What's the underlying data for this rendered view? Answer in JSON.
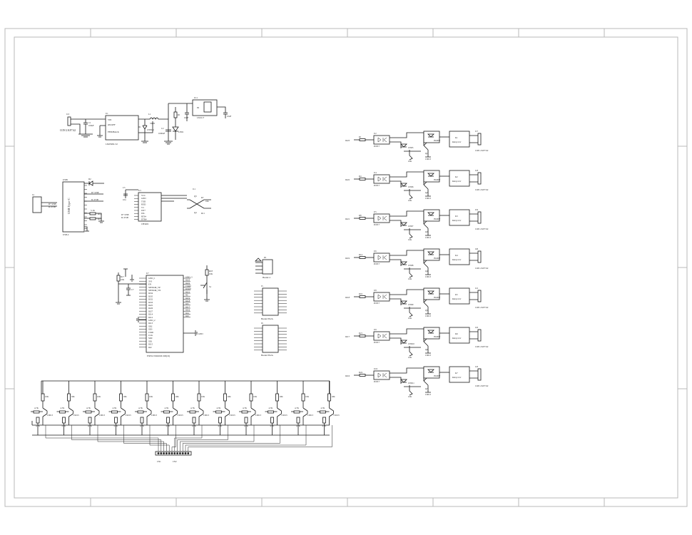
{
  "power": {
    "input_connector": "CON 2 KF7.62",
    "input_ref": "J13",
    "reg_ref": "U1",
    "reg_part": "LM2596S-5.0",
    "reg_vin": "VIN",
    "reg_onoff": "ON/OFF",
    "reg_feedback": "FEEDBACK",
    "cap_c1": "C1",
    "cap_c1_val": "100uF",
    "inductor_ref": "L1",
    "inductor_val": "33uH",
    "diode_ref": "D1",
    "diode_part": "1N5824",
    "cap_out_ref": "C2",
    "cap_out_val": "1000uF",
    "led_ref": "LED1",
    "res_ref": "R1",
    "ldo_ref": "U11",
    "ldo_part": "LM1117",
    "ldo_cap_in": "10uF",
    "ldo_cap_out": "10uF",
    "ldo_pin": "IN"
  },
  "usb": {
    "connector": "USB Type-C",
    "ref": "USB1",
    "footer": "USB-C",
    "diode": "D2",
    "dplus": "D+/USB",
    "dminus": "D-/USB",
    "r1": "R12",
    "r2": "R13",
    "r_val": "5.1K",
    "header_ref": "J4",
    "header_a": "D+/USB",
    "header_b": "D-/USB"
  },
  "ch340": {
    "ref": "U3",
    "part": "CH340C",
    "cap": "C5",
    "cap_val": "104",
    "pins": [
      "VCC",
      "GND",
      "TXD",
      "RXD",
      "V3",
      "UD+",
      "UD-",
      "RTS#",
      "DTR#"
    ],
    "nets": [
      "D+/USB",
      "D-/USB"
    ],
    "q_ref_a": "Q3",
    "q_ref_b": "Q4",
    "r_a": "R7",
    "r_b": "R11",
    "r_val": "10k",
    "j_ref": "J11"
  },
  "esp": {
    "ref": "U7",
    "part": "ESP32-WROOM-32D(16)",
    "left_pins": [
      "GND_1",
      "3V3",
      "EN",
      "SENSOR_VP",
      "SENSOR_VN",
      "IO34",
      "IO35",
      "IO32",
      "IO33",
      "IO25",
      "IO26",
      "IO27",
      "IO14",
      "IO12",
      "GND_2",
      "IO13",
      "SD2",
      "SD3",
      "CMD",
      "CLK",
      "SD0",
      "SD1",
      "IO15",
      "IO2"
    ],
    "right_pins": [
      "GND_3",
      "IO23",
      "IO22",
      "TXD0",
      "RXD0",
      "IO21",
      "NC",
      "IO19",
      "IO18",
      "IO5",
      "IO17",
      "IO16",
      "IO4",
      "IO0"
    ],
    "r_en": "R17",
    "r_en_val": "10K",
    "c_en": "C7",
    "r_boot": "R18",
    "r_boot_val": "10K",
    "sw_ref": "S1",
    "gnd_label": "GND"
  },
  "headers": {
    "small_ref": "P2",
    "small_part": "Header 4",
    "a_ref": "J5",
    "a_part": "Header 8X2A",
    "b_ref": "J6",
    "b_part": "Header 8X2A"
  },
  "relays": {
    "opto_part": "PC817",
    "transistor": "C9013",
    "diode": "IN4007",
    "relay_part": "Relay/12v",
    "connector": "CON 2 KF7.62",
    "channels": [
      {
        "in": "IO23",
        "r": "R1",
        "u": "U2",
        "led": "LED5",
        "q": "Q1",
        "k": "K1",
        "j": "J17"
      },
      {
        "in": "IO22",
        "r": "R4",
        "u": "U4",
        "led": "LED6",
        "q": "Q2",
        "k": "K2",
        "j": "J18"
      },
      {
        "in": "IO21",
        "r": "R8",
        "u": "U5",
        "led": "LED7",
        "q": "Q3",
        "k": "K3",
        "j": "J19"
      },
      {
        "in": "IO19",
        "r": "R14",
        "u": "U6",
        "led": "LED8",
        "q": "Q4",
        "k": "K4",
        "j": "J20"
      },
      {
        "in": "IO18",
        "r": "R16",
        "u": "U8",
        "led": "LED9",
        "q": "Q5",
        "k": "K5",
        "j": "J21"
      },
      {
        "in": "IO17",
        "r": "R21",
        "u": "U9",
        "led": "LED10",
        "q": "Q6",
        "k": "K6",
        "j": "J22"
      },
      {
        "in": "IO16",
        "r": "R24",
        "u": "U10",
        "led": "LED11",
        "q": "Q7",
        "k": "K7",
        "j": "J23"
      }
    ]
  },
  "bottom": {
    "res_val": "10K",
    "res_val_b": "4.7K",
    "transistor": "C9013",
    "stage_count": 12,
    "connector_a": "CN1",
    "connector_b": "CN2"
  }
}
